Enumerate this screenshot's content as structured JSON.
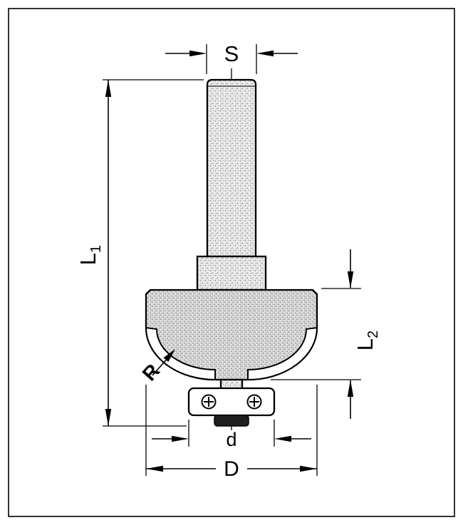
{
  "figure": {
    "type": "technical-drawing",
    "subject": "roundover-router-bit-with-bearing",
    "dimension_labels": {
      "shank_diameter": "S",
      "overall_length": {
        "base": "L",
        "sub": "1"
      },
      "cutting_length": {
        "base": "L",
        "sub": "2"
      },
      "profile_radius": "R",
      "bearing_diameter": "d",
      "cutter_diameter": "D"
    },
    "colors": {
      "line": "#000000",
      "background": "#ffffff",
      "metal_light": "#ececec",
      "metal_body": "#e4e4e4",
      "stipple_dot": "#8f8f8f",
      "bearing_fill": "#ffffff",
      "washer_fill": "#1e1e1e"
    }
  }
}
